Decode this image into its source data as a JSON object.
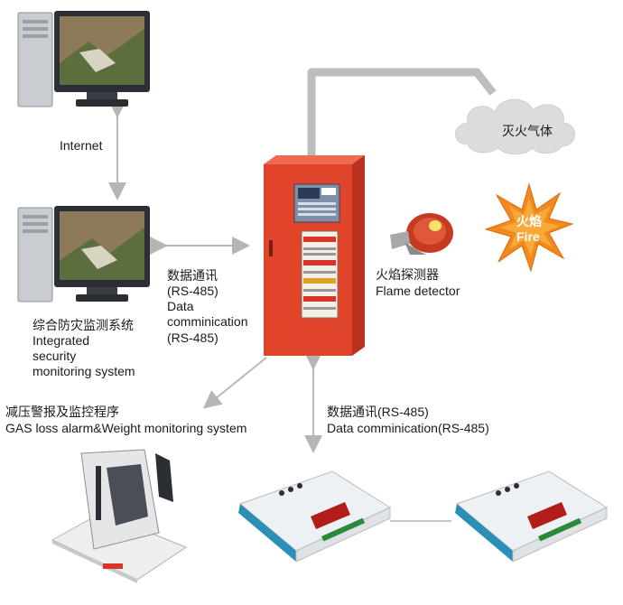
{
  "labels": {
    "internet": "Internet",
    "comm_left_cn": "数据通讯",
    "comm_left_en1": "(RS-485)",
    "comm_left_en2": "Data",
    "comm_left_en3": "comminication",
    "comm_left_en4": "(RS-485)",
    "flame_cn": "火焰探测器",
    "flame_en": "Flame detector",
    "gas_cloud": "灭火气体",
    "fire_cn": "火焰",
    "fire_en": "Fire",
    "iss_cn": "综合防灾监测系统",
    "iss_en1": "Integrated",
    "iss_en2": "security",
    "iss_en3": "monitoring system",
    "gas_loss_cn": "减压警报及监控程序",
    "gas_loss_en": "GAS loss alarm&Weight monitoring system",
    "comm_bottom_cn": "数据通讯(RS-485)",
    "comm_bottom_en": "Data comminication(RS-485)"
  },
  "colors": {
    "cabinet_red": "#e0442b",
    "fire_orange": "#f08a1c",
    "module_blue": "#2d8fb8",
    "arrow_gray": "#b9b9b9",
    "cloud_gray": "#d9d9d9"
  },
  "icons": {
    "computer": "desktop-computer-icon",
    "cabinet": "control-cabinet-icon",
    "detector": "flame-detector-icon",
    "module": "weighing-module-icon"
  }
}
